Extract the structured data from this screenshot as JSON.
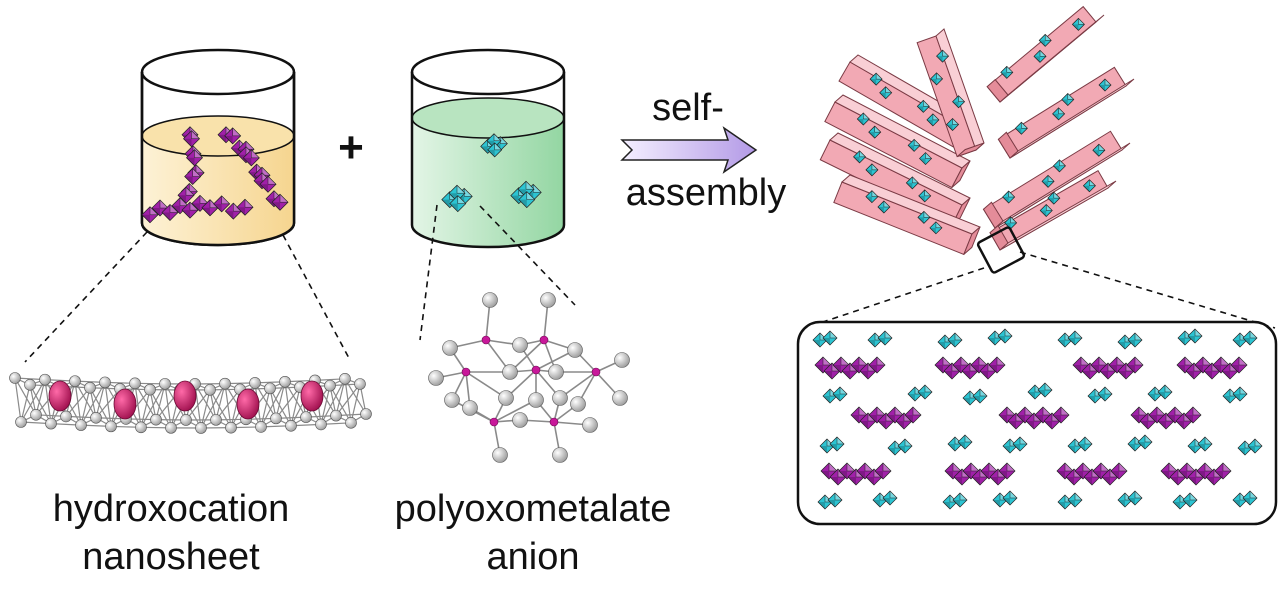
{
  "operator_plus": "+",
  "arrow_label": {
    "line1": "self-",
    "line2": "assembly"
  },
  "labels": {
    "nanosheet_line1": "hydroxocation",
    "nanosheet_line2": "nanosheet",
    "pom_line1": "polyoxometalate",
    "pom_line2": "anion"
  },
  "colors": {
    "nanosheet_solution": "#f8dc9c",
    "pom_solution": "#a4dcae",
    "nanosheet_polyhedra": "#a020a8",
    "pom_polyhedra": "#2cc4d2",
    "pink_crystal": "#f2a9b4",
    "magenta_atom": "#d0186c",
    "arrow_fill": "#c9b6ec"
  }
}
